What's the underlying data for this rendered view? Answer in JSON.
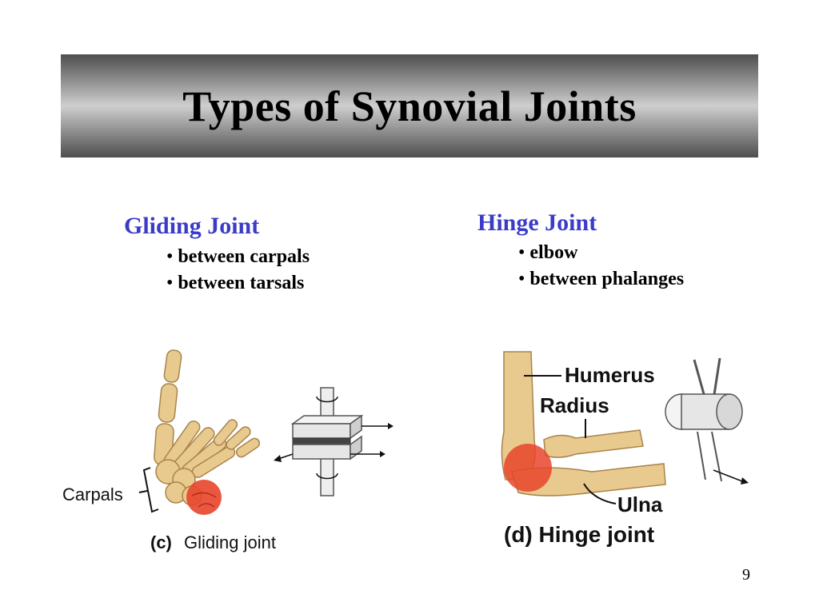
{
  "slide": {
    "title": "Types of Synovial Joints",
    "page_number": "9"
  },
  "left": {
    "heading": "Gliding Joint",
    "bullets": [
      "between carpals",
      "between tarsals"
    ],
    "figure": {
      "label_structure": "Carpals",
      "caption_letter": "(c)",
      "caption_text": "Gliding joint"
    }
  },
  "right": {
    "heading": "Hinge Joint",
    "bullets": [
      "elbow",
      "between phalanges"
    ],
    "figure": {
      "label_humerus": "Humerus",
      "label_radius": "Radius",
      "label_ulna": "Ulna",
      "caption": "(d) Hinge joint"
    }
  },
  "colors": {
    "heading": "#3b3bc8",
    "bone": "#e8c98e",
    "joint_highlight": "#e8452c"
  }
}
